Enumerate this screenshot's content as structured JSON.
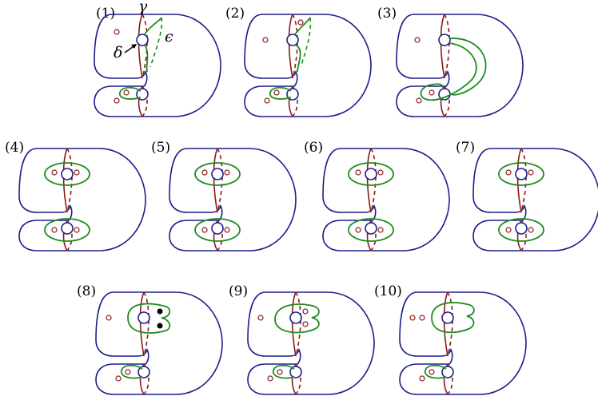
{
  "panels": [
    {
      "label": "(1)",
      "variant": "v1"
    },
    {
      "label": "(2)",
      "variant": "v2"
    },
    {
      "label": "(3)",
      "variant": "v3"
    },
    {
      "label": "(4)",
      "variant": "v4"
    },
    {
      "label": "(5)",
      "variant": "v4"
    },
    {
      "label": "(6)",
      "variant": "v4"
    },
    {
      "label": "(7)",
      "variant": "v4"
    },
    {
      "label": "(8)",
      "variant": "v8"
    },
    {
      "label": "(9)",
      "variant": "v9"
    },
    {
      "label": "(10)",
      "variant": "v10"
    }
  ],
  "annotations": {
    "gamma": "γ",
    "delta": "δ",
    "epsilon": "ϵ"
  },
  "colors": {
    "surface": "#1b1f8a",
    "seam": "#8b1a1a",
    "curve": "#1e8c1e"
  }
}
